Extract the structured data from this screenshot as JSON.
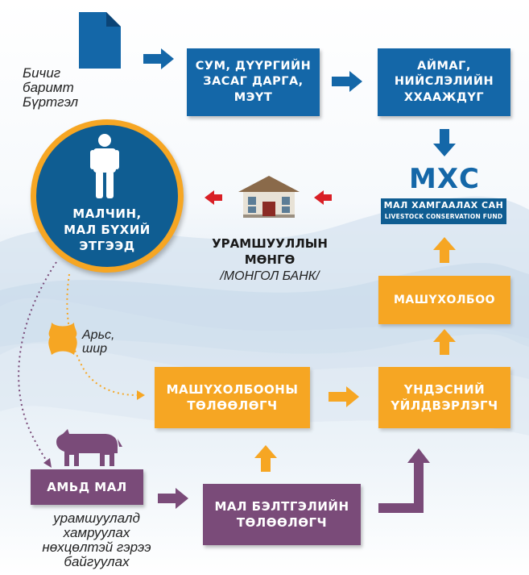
{
  "colors": {
    "blue": "#1467a8",
    "orange": "#f6a623",
    "purple": "#7a4b79",
    "red": "#d91f26",
    "dark_navy": "#0f5d92"
  },
  "icons": {
    "document": "document-icon",
    "person": "person-icon",
    "house": "bank-house-icon",
    "hide": "animal-hide-icon",
    "cow": "cow-icon"
  },
  "doc_note": "Бичиг\nбаримт\nБүртгэл",
  "boxes": {
    "sum": "СУМ, ДҮҮРГИЙН\nЗАСАГ ДАРГА,\nМЭҮТ",
    "aimag": "АЙМАГ,\nНИЙСЛЭЛИЙН\nХХААЖДҮГ",
    "herder": "МАЛЧИН,\nМАЛ БҮХИЙ\nЭТГЭЭД",
    "mashukholboo": "МАШҮХОЛБОО",
    "mashukholboo_plan": "МАШҮХОЛБООНЫ\nТӨЛӨӨЛӨГЧ",
    "producer": "ҮНДЭСНИЙ\nҮЙЛДВЭРЛЭГЧ",
    "live_animal": "АМЬД МАЛ",
    "preparation": "МАЛ БЭЛТГЭЛИЙН\nТӨЛӨӨЛӨГЧ"
  },
  "mxc": {
    "abbr": "МХС",
    "name": "МАЛ ХАМГААЛАХ САН",
    "name_en": "LIVESTOCK CONSERVATION FUND"
  },
  "incentive": {
    "title": "УРАМШУУЛЛЫН\nМӨНГӨ",
    "subtitle": "/МОНГОЛ БАНК/"
  },
  "hide_note": "Арьс,\nшир",
  "contract_note": "урамшуулалд\nхамруулах\nнөхцөлтэй гэрээ\nбайгуулах"
}
